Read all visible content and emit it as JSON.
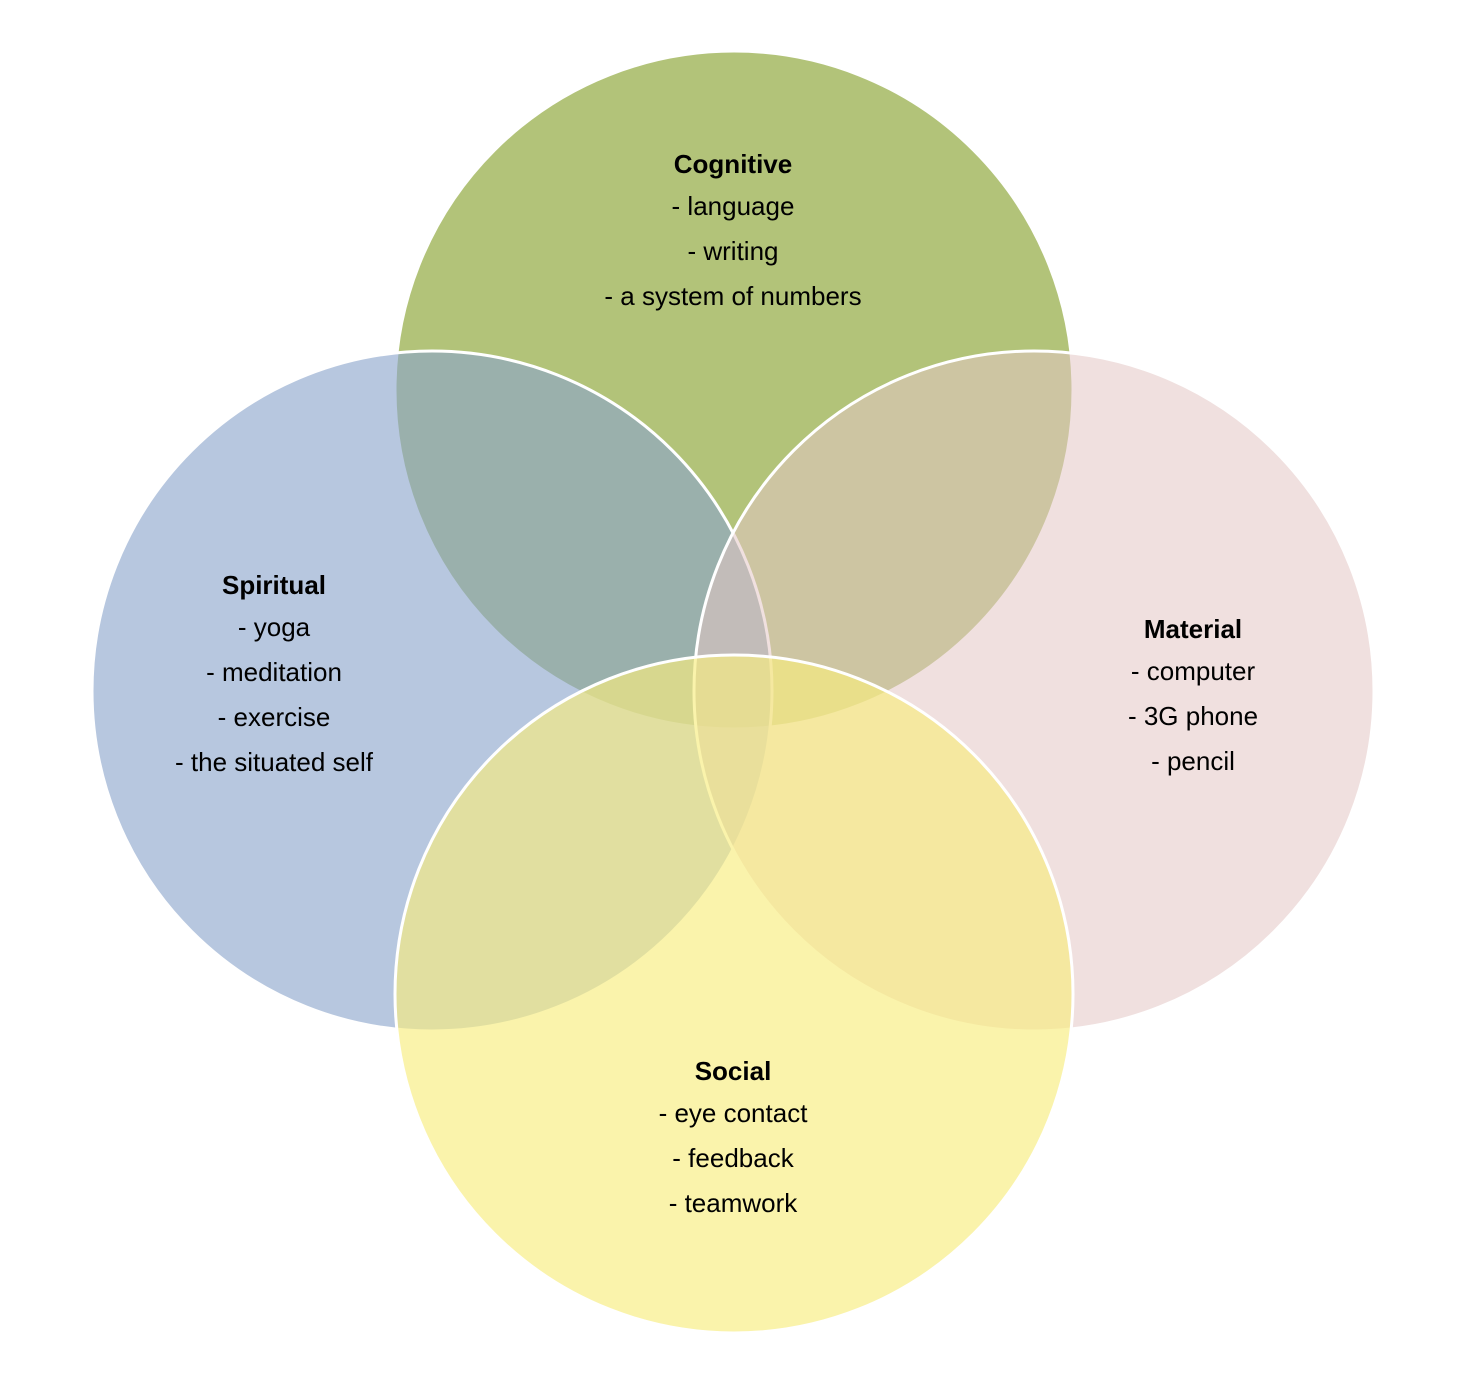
{
  "diagram": {
    "circles": [
      {
        "id": "cognitive",
        "title": "Cognitive",
        "items": [
          "- language",
          "- writing",
          "- a system of numbers"
        ],
        "fill": "#9cb253",
        "opacity": 0.78
      },
      {
        "id": "spiritual",
        "title": "Spiritual",
        "items": [
          "- yoga",
          "- meditation",
          "- exercise",
          "- the situated self"
        ],
        "fill": "#8aa5cc",
        "opacity": 0.62
      },
      {
        "id": "material",
        "title": "Material",
        "items": [
          "- computer",
          "- 3G phone",
          "- pencil"
        ],
        "fill": "#e4c7c5",
        "opacity": 0.55
      },
      {
        "id": "social",
        "title": "Social",
        "items": [
          "- eye contact",
          "- feedback",
          "- teamwork"
        ],
        "fill": "#f7ec7e",
        "opacity": 0.65
      }
    ],
    "outline_color": "#ffffff"
  }
}
